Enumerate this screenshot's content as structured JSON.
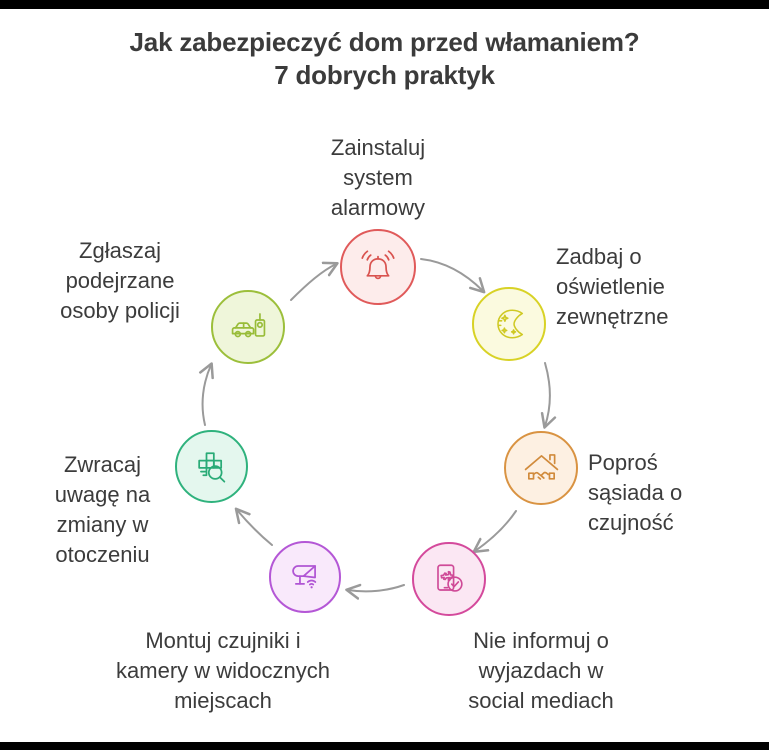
{
  "page": {
    "background": "#ffffff",
    "letterbox_color": "#000000",
    "text_color": "#3c3c3c"
  },
  "title": {
    "line1": "Jak zabezpieczyć dom przed włamaniem?",
    "line2": "7 dobrych praktyk",
    "color": "#3b3b3b"
  },
  "diagram": {
    "type": "cycle",
    "direction": "clockwise",
    "arrow_color": "#9a9a9a",
    "steps": [
      {
        "index": 1,
        "label": "Zainstaluj\nsystem\nalarmowy",
        "icon": "alarm-bell-icon",
        "color": "#e05a5a",
        "fill": "#fdeceb",
        "position": "top"
      },
      {
        "index": 2,
        "label": "Zadbaj o\noświetlenie\nzewnętrzne",
        "icon": "outdoor-light-sparkle-icon",
        "color": "#d8d226",
        "fill": "#fbfadf",
        "position": "top-right"
      },
      {
        "index": 3,
        "label": "Poproś\nsąsiada o\nczujność",
        "icon": "house-handshake-icon",
        "color": "#d99342",
        "fill": "#fdf0e2",
        "position": "right"
      },
      {
        "index": 4,
        "label": "Nie informuj o\nwyjazdach w\nsocial mediach",
        "icon": "phone-airplane-check-icon",
        "color": "#d44a9c",
        "fill": "#fbe7f3",
        "position": "bottom-right"
      },
      {
        "index": 5,
        "label": "Montuj czujniki i\nkamery w widocznych\nmiejscach",
        "icon": "security-camera-wifi-icon",
        "color": "#b457d6",
        "fill": "#f9e9fb",
        "position": "bottom-left"
      },
      {
        "index": 6,
        "label": "Zwracaj\nuwagę na\nzmiany w\notoczeniu",
        "icon": "grid-magnifier-icon",
        "color": "#2fb27d",
        "fill": "#e4f7ee",
        "position": "left"
      },
      {
        "index": 7,
        "label": "Zgłaszaj\npodejrzane\nosoby policji",
        "icon": "police-car-radio-icon",
        "color": "#9cbf3b",
        "fill": "#eff6da",
        "position": "top-left"
      }
    ]
  }
}
